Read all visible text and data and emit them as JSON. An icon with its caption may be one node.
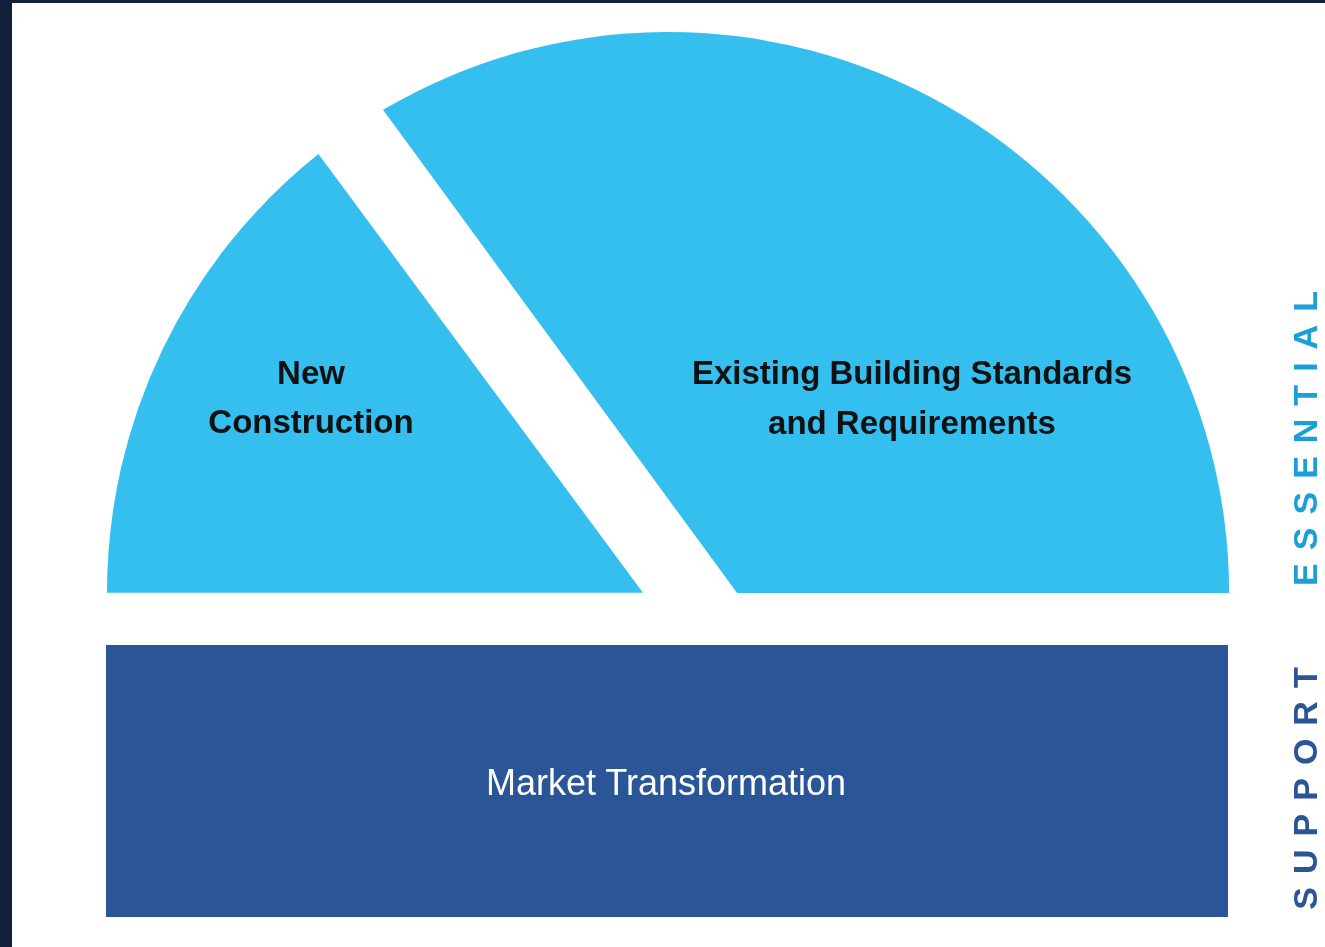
{
  "diagram": {
    "nodes": [
      {
        "text": [
          "New Construction"
        ]
      },
      {
        "text": [
          "Existing Building Standards and Requirements"
        ]
      },
      {
        "text": [
          "Market Transformation"
        ]
      }
    ],
    "labels": [
      "ESSENTIAL",
      "SUPPORT"
    ]
  }
}
